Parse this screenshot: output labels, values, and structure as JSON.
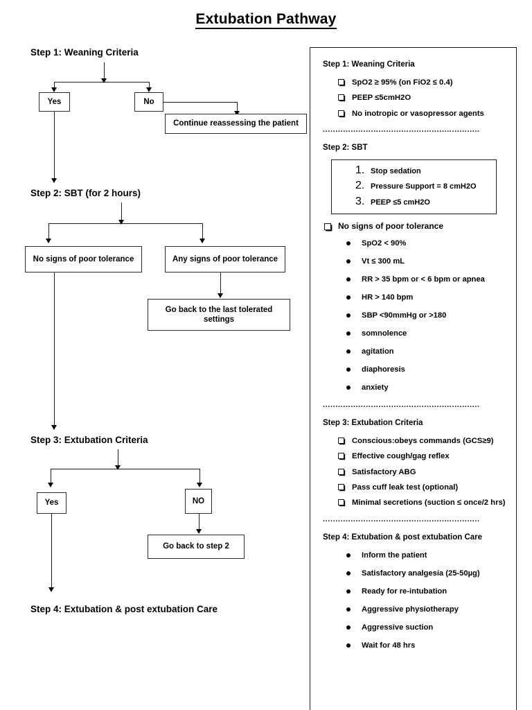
{
  "title": "Extubation Pathway",
  "flow": {
    "step1_heading": "Step 1: Weaning Criteria",
    "yes1": "Yes",
    "no1": "No",
    "continue_box": "Continue reassessing the patient",
    "step2_heading": "Step 2: SBT (for 2 hours)",
    "no_signs_box": "No signs of poor tolerance",
    "any_signs_box": "Any signs of poor tolerance",
    "go_back_settings_box": "Go back to the last tolerated settings",
    "step3_heading": "Step 3: Extubation Criteria",
    "yes3": "Yes",
    "no3": "NO",
    "go_back_step2_box": "Go back to step 2",
    "step4_heading": "Step 4: Extubation & post extubation Care"
  },
  "panel": {
    "step1": {
      "heading": "Step 1: Weaning Criteria",
      "checks": [
        "SpO2 ≥ 95% (on FiO2 ≤ 0.4)",
        "PEEP ≤5cmH2O",
        "No inotropic or vasopressor agents"
      ]
    },
    "separator": "..............................................................",
    "step2": {
      "heading": "Step 2: SBT",
      "numbered": [
        "Stop sedation",
        "Pressure Support = 8 cmH2O",
        "PEEP ≤5 cmH2O"
      ],
      "no_signs_label": "No signs of poor tolerance",
      "signs": [
        "SpO2 < 90%",
        "Vt ≤ 300 mL",
        "RR > 35 bpm or < 6 bpm or apnea",
        "HR > 140 bpm",
        "SBP <90mmHg or >180",
        "somnolence",
        "agitation",
        "diaphoresis",
        "anxiety"
      ]
    },
    "step3": {
      "heading": "Step 3: Extubation Criteria",
      "checks": [
        "Conscious:obeys commands (GCS≥9)",
        "Effective cough/gag reflex",
        "Satisfactory ABG",
        "Pass cuff leak test (optional)",
        "Minimal secretions (suction ≤ once/2 hrs)"
      ]
    },
    "step4": {
      "heading": "Step 4: Extubation & post extubation Care",
      "items": [
        "Inform the patient",
        "Satisfactory analgesia (25-50µg)",
        "Ready for re-intubation",
        "Aggressive physiotherapy",
        "Aggressive suction",
        "Wait for 48 hrs"
      ]
    }
  }
}
